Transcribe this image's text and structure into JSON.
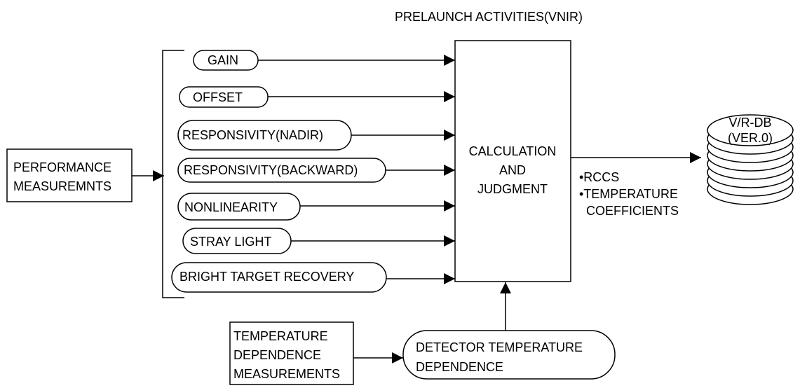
{
  "title": "PRELAUNCH ACTIVITIES(VNIR)",
  "source_box": {
    "lines": [
      "PERFORMANCE",
      "MEASUREMNTS"
    ]
  },
  "measurements": [
    "GAIN",
    "OFFSET",
    "RESPONSIVITY(NADIR)",
    "RESPONSIVITY(BACKWARD)",
    "NONLINEARITY",
    "STRAY LIGHT",
    "BRIGHT TARGET RECOVERY"
  ],
  "calc_box": {
    "lines": [
      "CALCULATION",
      "AND",
      "JUDGMENT"
    ]
  },
  "outputs": {
    "lines": [
      "•RCCS",
      "•TEMPERATURE",
      "  COEFFICIENTS"
    ]
  },
  "database": {
    "lines": [
      "V/R-DB",
      "(VER.0)"
    ]
  },
  "temp_box": {
    "lines": [
      "TEMPERATURE",
      "DEPENDENCE",
      "MEASUREMENTS"
    ]
  },
  "detector": {
    "lines": [
      "DETECTOR TEMPERATURE",
      "DEPENDENCE"
    ]
  },
  "colors": {
    "line": "#000000",
    "background": "#ffffff"
  }
}
